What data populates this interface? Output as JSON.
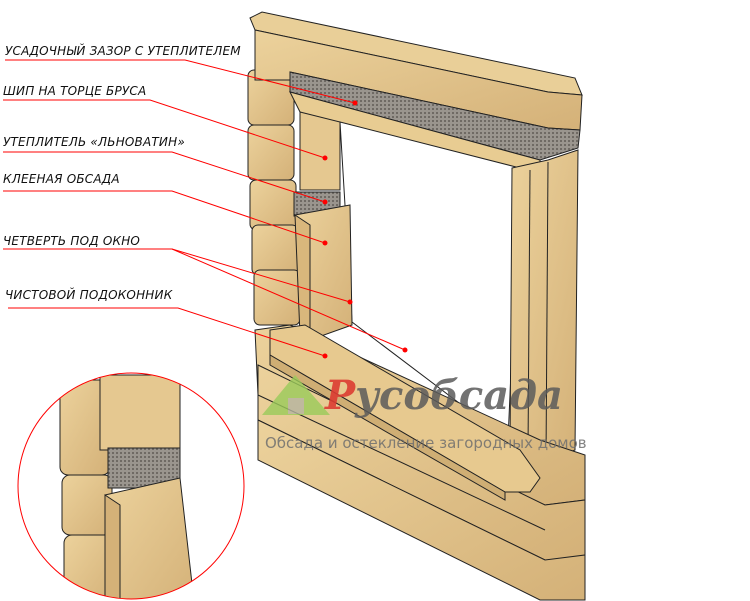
{
  "labels": [
    {
      "text": "УСАДОЧНЫЙ ЗАЗОР С УТЕПЛИТЕЛЕМ"
    },
    {
      "text": "ШИП НА ТОРЦЕ БРУСА"
    },
    {
      "text": "УТЕПЛИТЕЛЬ «ЛЬНОВАТИН»"
    },
    {
      "text": "КЛЕЕНАЯ ОБСАДА"
    },
    {
      "text": "ЧЕТВЕРТЬ ПОД ОКНО"
    },
    {
      "text": "ЧИСТОВОЙ ПОДОКОННИК"
    }
  ],
  "watermark": {
    "brand_first": "Р",
    "brand_rest": "усобсада",
    "tagline": "Обсада и остекление загородных домов"
  },
  "colors": {
    "wood": "#e2c48a",
    "wood_dark": "#c9a56a",
    "insulation": "#8a8580",
    "leader": "#ff0000"
  }
}
